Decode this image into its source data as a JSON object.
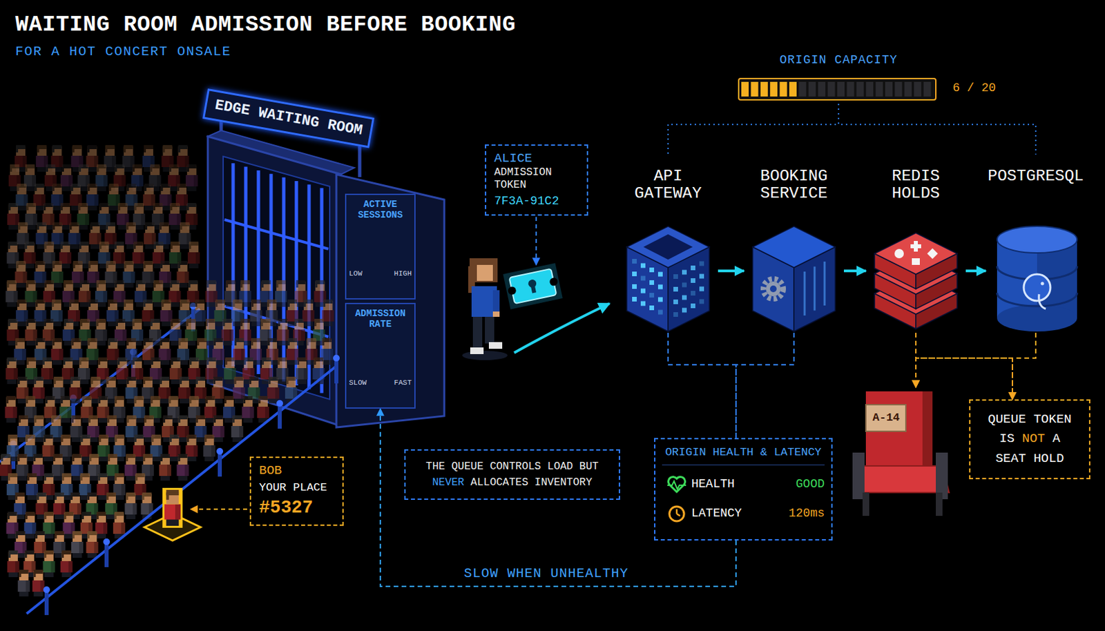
{
  "diagram": {
    "title": "WAITING ROOM ADMISSION BEFORE BOOKING",
    "nodes": [
      {
        "text": [
          "EDGE WAITING ROOM"
        ]
      },
      {
        "text": [
          "ACTIVE SESSIONS",
          "LOW",
          "HIGH"
        ],
        "in": 0
      },
      {
        "text": [
          "ADMISSION RATE",
          "SLOW",
          "FAST"
        ],
        "in": 0
      },
      {
        "text": [
          "ALICE",
          "ADMISSION TOKEN",
          "7F3A-91C2"
        ]
      },
      {
        "text": [
          "ORIGIN CAPACITY",
          "6 / 20"
        ]
      },
      {
        "text": [
          "API GATEWAY"
        ]
      },
      {
        "text": [
          "BOOKING SERVICE"
        ]
      },
      {
        "text": [
          "REDIS HOLDS"
        ]
      },
      {
        "text": [
          "POSTGRESQL"
        ]
      },
      {
        "text": [
          "BOB",
          "YOUR PLACE",
          "#5327"
        ]
      },
      {
        "text": [
          "THE QUEUE CONTROLS LOAD BUT NEVER ALLOCATES INVENTORY"
        ]
      },
      {
        "text": [
          "A-14"
        ]
      },
      {
        "text": [
          "QUEUE TOKEN IS NOT A SEAT HOLD"
        ]
      },
      {
        "text": [
          "ORIGIN HEALTH & LATENCY",
          "HEALTH",
          "GOOD",
          "LATENCY",
          "120ms"
        ]
      }
    ],
    "edges": [
      {
        "from": 4,
        "to": 5,
        "arrow": "none"
      },
      {
        "from": 4,
        "to": 8,
        "arrow": "none"
      },
      {
        "from": 5,
        "to": 6,
        "arrow": "to"
      },
      {
        "from": 6,
        "to": 7,
        "arrow": "to"
      },
      {
        "from": 7,
        "to": 8,
        "arrow": "to"
      },
      {
        "from": 7,
        "to": 11,
        "arrow": "to"
      },
      {
        "from": 7,
        "to": 12,
        "arrow": "to"
      },
      {
        "from": 8,
        "to": 11,
        "arrow": "to"
      },
      {
        "from": 8,
        "to": 12,
        "arrow": "to"
      },
      {
        "from": 5,
        "to": 13,
        "arrow": "none"
      },
      {
        "from": 6,
        "to": 13,
        "arrow": "none"
      },
      {
        "from": 13,
        "to": 2,
        "label": "SLOW WHEN UNHEALTHY",
        "arrow": "to"
      }
    ],
    "labels": [
      "FOR A HOT CONCERT ONSALE"
    ]
  }
}
